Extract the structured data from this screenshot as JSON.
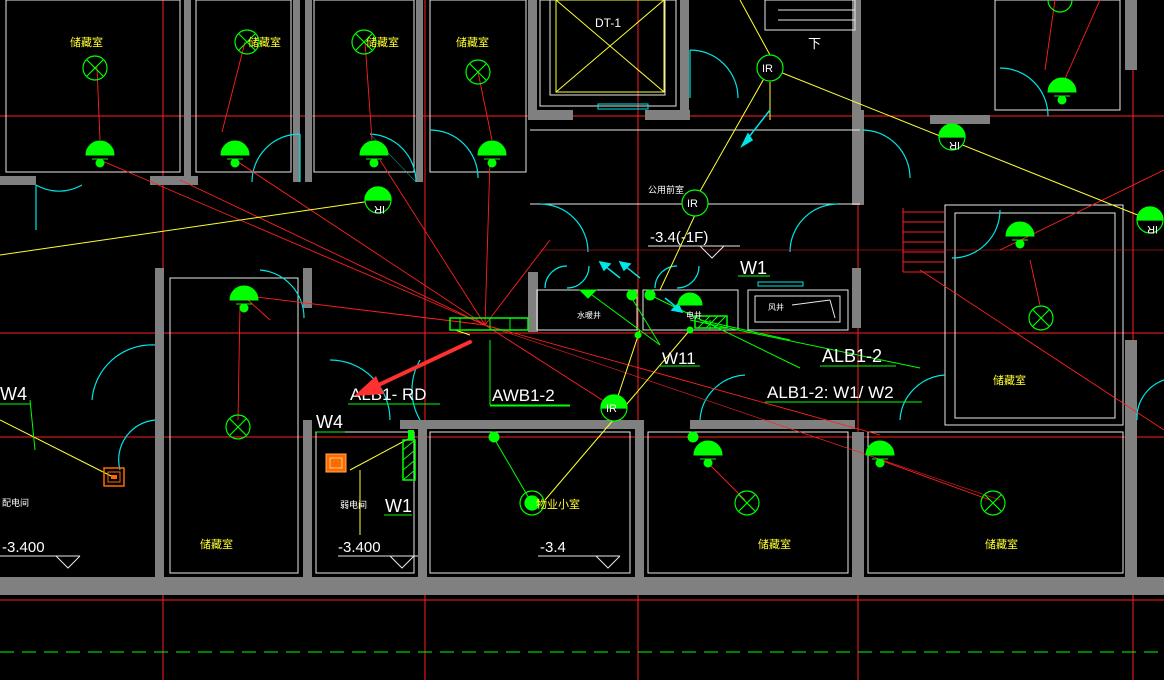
{
  "drawing": {
    "elevator_label": "DT-1",
    "stair_label": "下",
    "shared_hall_label": "公用前室",
    "level_mark_center": "-3.4(-1F)",
    "level_marks": [
      "-3.400",
      "-3.400",
      "-3.4"
    ],
    "storage_room_label": "储藏室",
    "power_room_label": "配电间",
    "weak_current_room_label": "弱电间",
    "property_room_label": "物业小室",
    "water_shaft_label": "水暖井",
    "elec_shaft_label": "电井",
    "wind_shaft_label": "风井",
    "ir_label": "IR",
    "circuit_labels": {
      "w1_top": "W1",
      "w11": "W11",
      "alb1_2": "ALB1-2",
      "alb1_2_w1w2": "ALB1-2: W1/ W2",
      "alb1_rd": "ALB1- RD",
      "awb1_2": "AWB1-2",
      "w4_left": "W4",
      "w4_mid": "W4",
      "w1_mid": "W1"
    }
  },
  "colors": {
    "background": "#000000",
    "wall": "#808080",
    "axis_red": "#ff2020",
    "door_cyan": "#00e5e5",
    "fixture_green": "#00ff00",
    "wire_yellow": "#ffff33",
    "text_white": "#ffffff",
    "arrow_red": "#ff3030",
    "orange_box": "#ff6a00"
  }
}
